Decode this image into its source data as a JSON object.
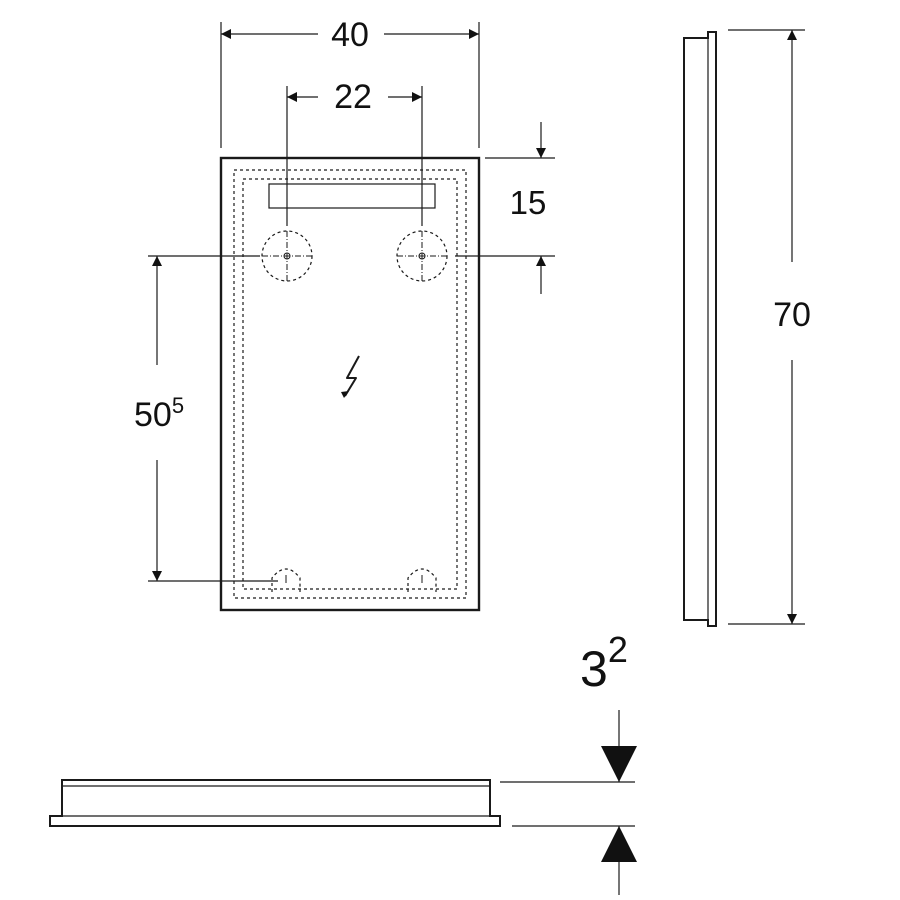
{
  "dimensions": {
    "width": "40",
    "hole_spacing": "22",
    "top_offset": "15",
    "height": "70",
    "mount_spacing_base": "50",
    "mount_spacing_exp": "5",
    "depth_base": "3",
    "depth_exp": "2"
  },
  "icons": {
    "electrical": "lightning-bolt-icon"
  },
  "colors": {
    "line": "#1a1a1a",
    "background": "#ffffff"
  }
}
